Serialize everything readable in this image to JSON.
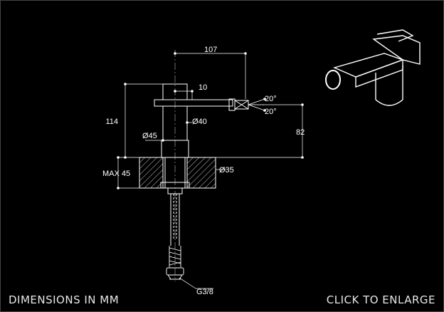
{
  "drawing": {
    "dim_width_total": "107",
    "dim_spout": "10",
    "dim_height": "114",
    "dim_diameter_body": "Ø40",
    "dim_diameter_base": "Ø45",
    "dim_spout_height": "82",
    "dim_diameter_hole": "Ø35",
    "dim_max_deck": "MAX 45",
    "dim_angle_up": "20°",
    "dim_angle_down": "20°",
    "dim_thread": "G3/8"
  },
  "footer": {
    "units_label": "DIMENSIONS IN MM",
    "enlarge_label": "CLICK TO ENLARGE"
  }
}
